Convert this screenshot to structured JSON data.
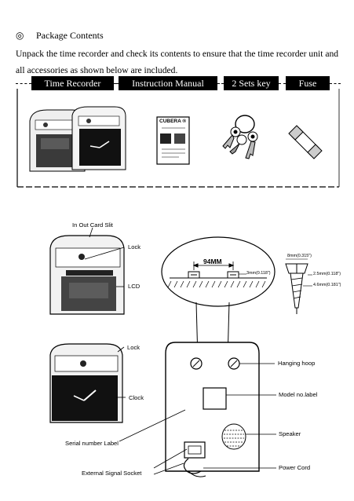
{
  "section": {
    "bullet": "◎",
    "title": "Package Contents",
    "intro": "Unpack the time recorder and check its contents to ensure that the time recorder unit and all accessories as shown below are included."
  },
  "tabs": [
    "Time Recorder",
    "Instruction Manual",
    "2 Sets key",
    "Fuse"
  ],
  "manual": {
    "brand": "CUBERA ®"
  },
  "labels": {
    "card_slot": "In Out Card Slit",
    "lock_top": "Lock",
    "lcd": "LCD",
    "lock_bottom": "Lock",
    "clock": "Clock",
    "serial": "Serial number Label",
    "ext_socket": "External Signal Socket",
    "hanging_hoop": "Hanging hoop",
    "model_label": "Model no.label",
    "speaker": "Speaker",
    "power_cord": "Power Cord"
  },
  "dimensions": {
    "spacing": "94MM",
    "screw_head": "3mm(0.118\")",
    "screw_top": "8mm(0.315\")",
    "screw_mid": "2.5mm(0.118\")",
    "screw_len": "4.6mm(0.181\")"
  }
}
